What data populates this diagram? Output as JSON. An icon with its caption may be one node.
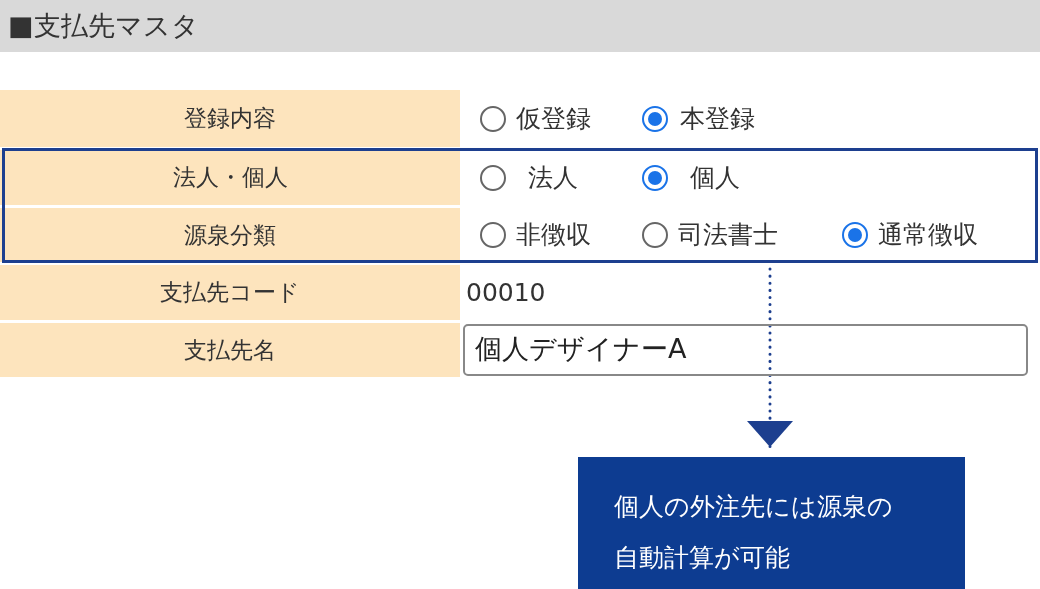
{
  "diagram": {
    "title": "■支払先マスタ",
    "nodes": [
      {
        "text": [],
        "shape": "box"
      },
      {
        "text": [
          "個人の外注先には源泉の自動計算が可能"
        ]
      }
    ],
    "edges": [
      {
        "from": 0,
        "to": 1,
        "arrow": "to",
        "style": "dashed"
      }
    ],
    "labels": [
      "登録内容",
      "仮登録",
      "本登録",
      "法人・個人",
      "法人",
      "個人",
      "源泉分類",
      "非徴収",
      "司法書士",
      "通常徴収",
      "支払先コード",
      "00010",
      "支払先名",
      "個人デザイナーA"
    ]
  }
}
